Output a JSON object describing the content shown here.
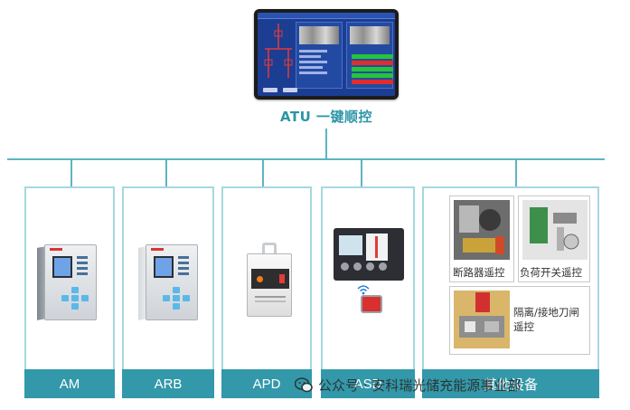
{
  "top": {
    "system_title": "ATU 一键顺控"
  },
  "cards": [
    {
      "label": "AM"
    },
    {
      "label": "ARB"
    },
    {
      "label": "APD"
    },
    {
      "label": "ASD"
    },
    {
      "label": "其他设备"
    }
  ],
  "other_devices": {
    "tile_breaker": "断路器遥控",
    "tile_load_switch": "负荷开关遥控",
    "tile_disconnector": "隔离/接地刀闸遥控"
  },
  "watermark": {
    "text": "公众号 · 安科瑞光储充能源事业部"
  },
  "colors": {
    "accent": "#3398a9",
    "card_border": "#a5d8df",
    "title_text": "#2c95a8",
    "connector": "#5db4c3",
    "screen_bg": "#1b3d92"
  }
}
